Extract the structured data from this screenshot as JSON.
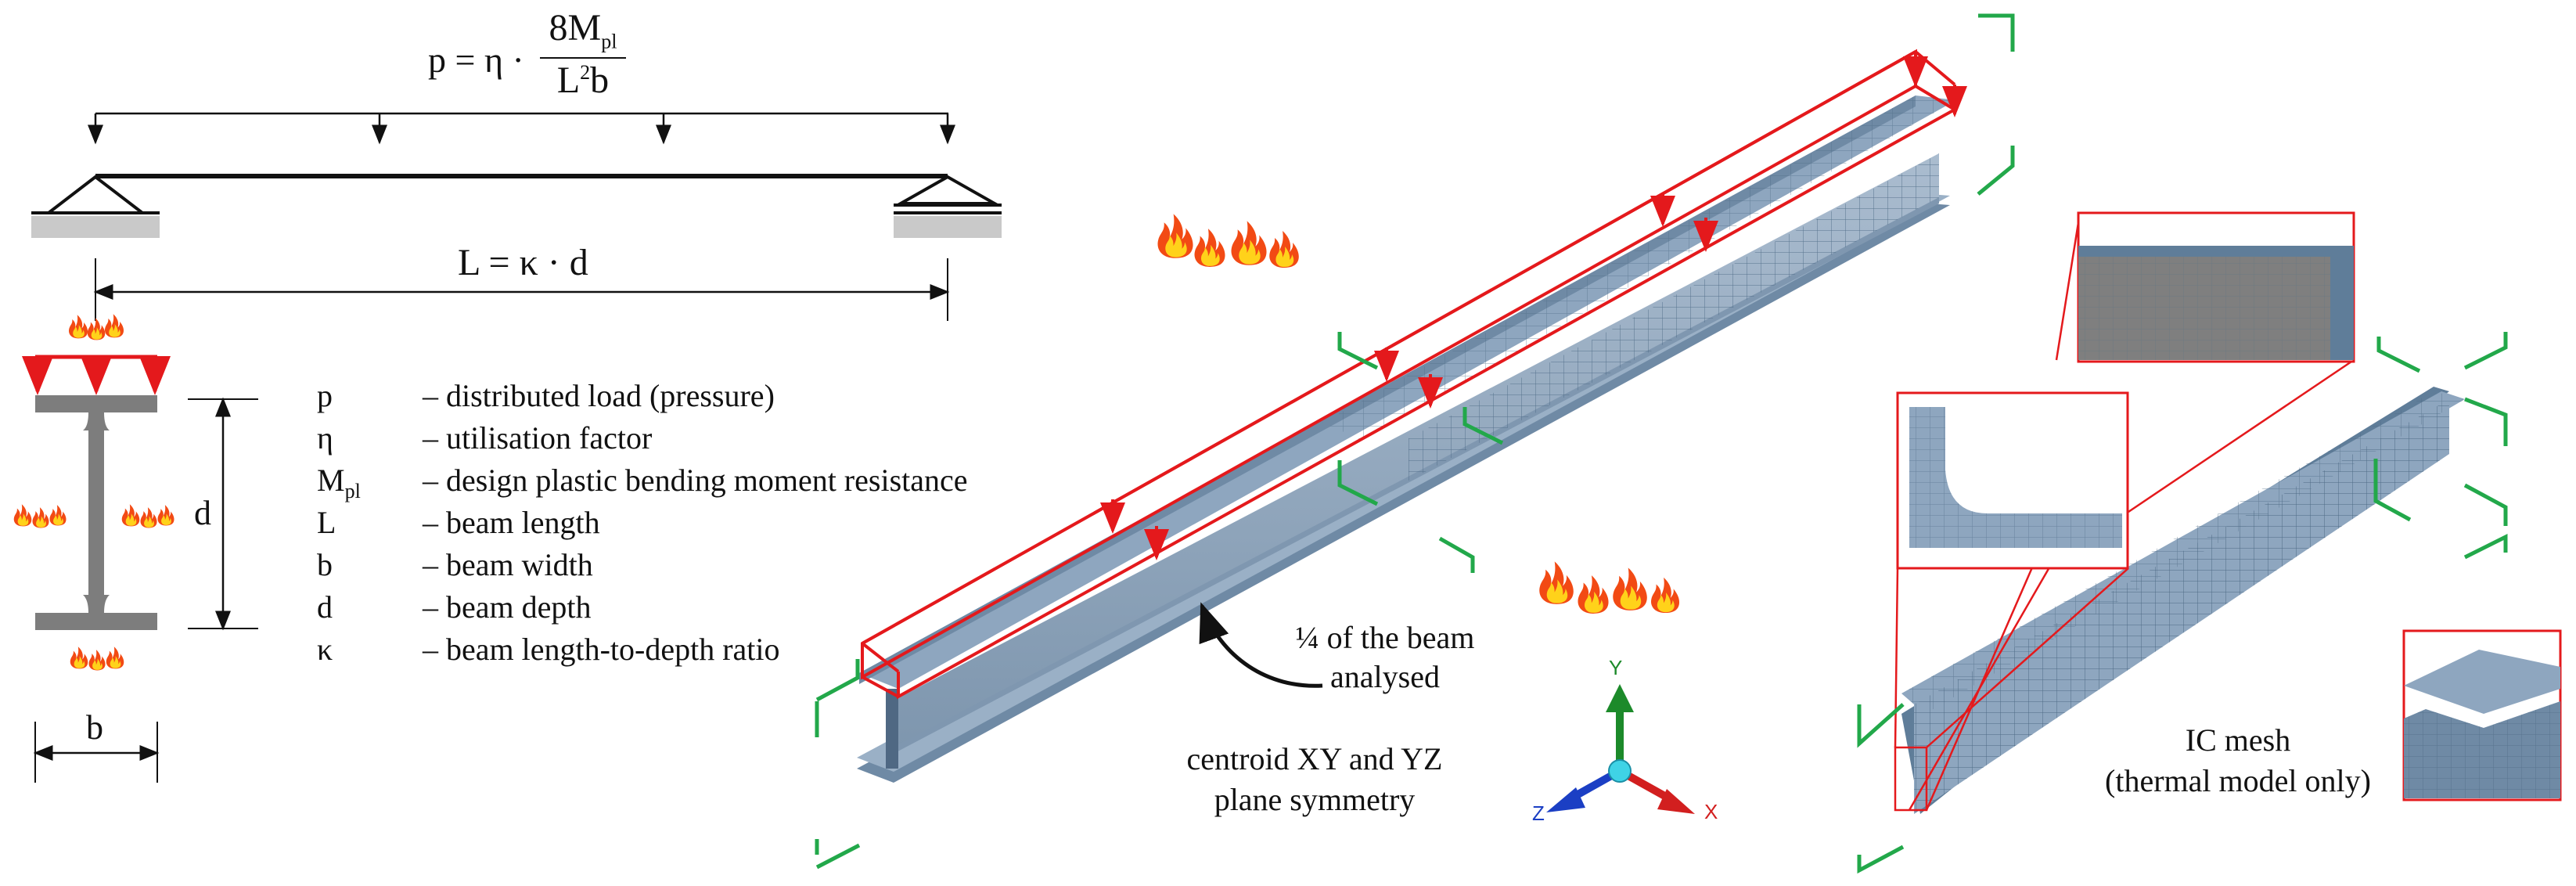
{
  "formula": {
    "lhs": "p = η ·",
    "num": "8M",
    "num_sub": "pl",
    "den_a": "L",
    "den_sup": "2",
    "den_b": "b"
  },
  "span_label": "L = κ · d",
  "depth_label": "d",
  "width_label": "b",
  "legend": [
    {
      "sym": "p",
      "sub": "",
      "desc": "– distributed load (pressure)"
    },
    {
      "sym": "η",
      "sub": "",
      "desc": "– utilisation factor"
    },
    {
      "sym": "M",
      "sub": "pl",
      "desc": "– design plastic bending moment resistance"
    },
    {
      "sym": "L",
      "sub": "",
      "desc": "– beam length"
    },
    {
      "sym": "b",
      "sub": "",
      "desc": "– beam width"
    },
    {
      "sym": "d",
      "sub": "",
      "desc": "– beam depth"
    },
    {
      "sym": "κ",
      "sub": "",
      "desc": "– beam length-to-depth ratio"
    }
  ],
  "quarter_label": [
    "¼ of the beam",
    "analysed"
  ],
  "symmetry_label": [
    "centroid XY and YZ",
    "plane symmetry"
  ],
  "mesh_label": [
    "IC mesh",
    "(thermal model only)"
  ],
  "axes": {
    "x": "X",
    "y": "Y",
    "z": "Z"
  },
  "colors": {
    "load": "#e4191c",
    "symmetry": "#22a84a",
    "steel": "#8ea6bf",
    "mesh": "#5f7d99",
    "axis_x": "#d21f1f",
    "axis_y": "#1c8a2a",
    "axis_z": "#1b3fc4",
    "flame_outer": "#f24a14",
    "flame_inner": "#ffd21a"
  }
}
